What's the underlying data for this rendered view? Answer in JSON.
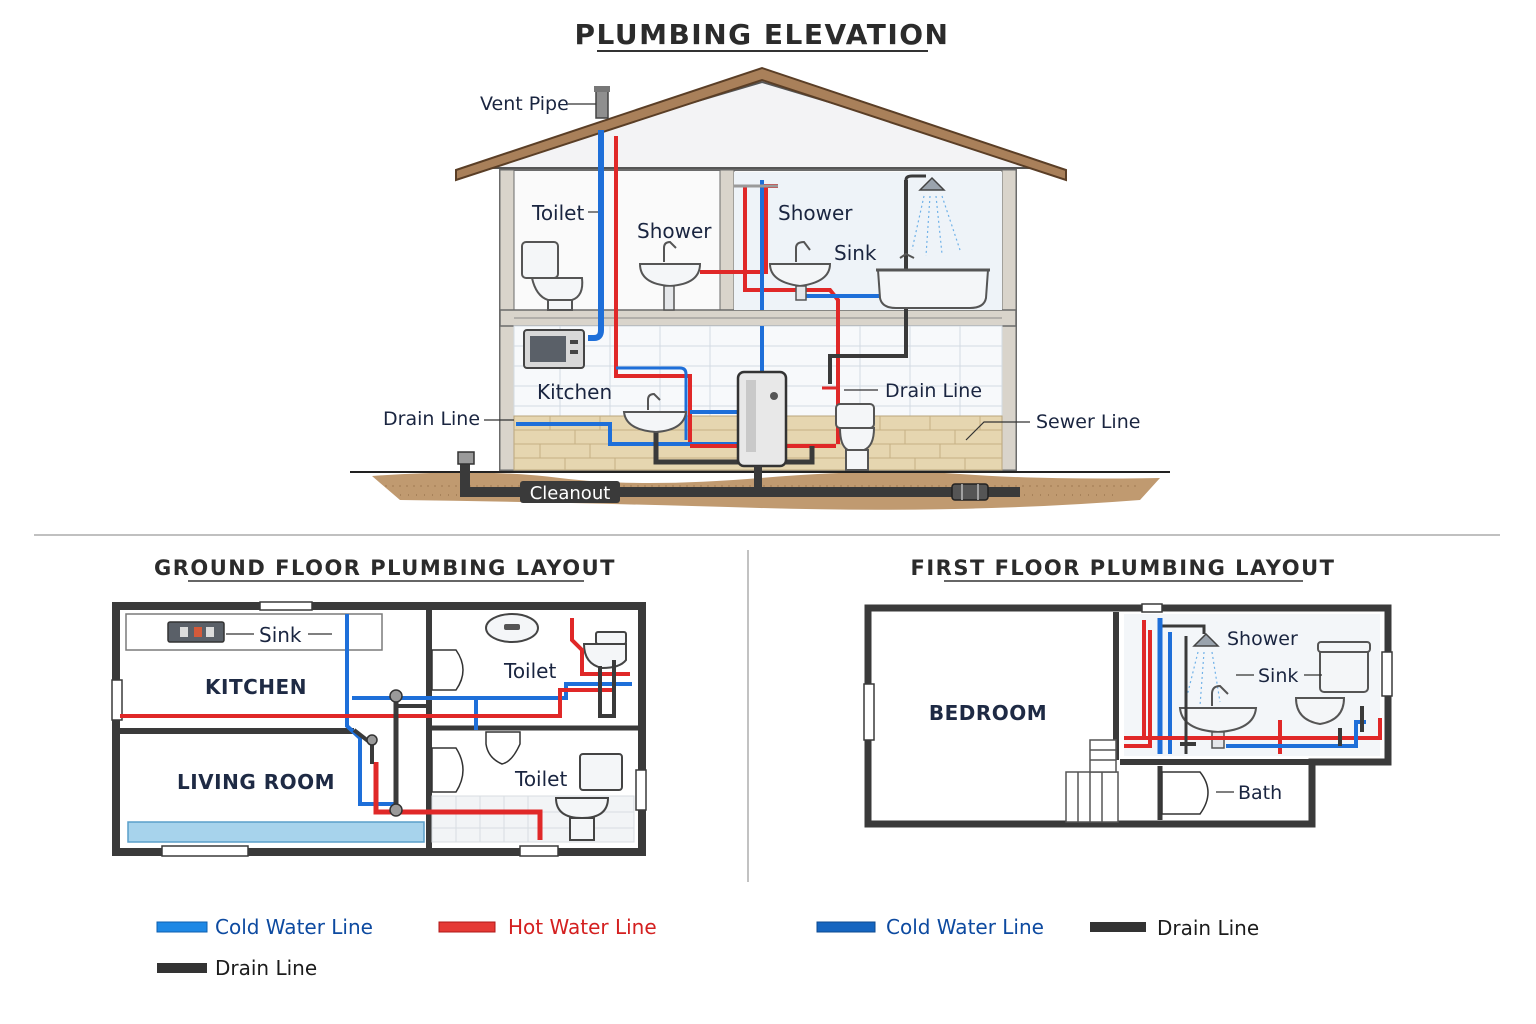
{
  "elevation": {
    "title": "PLUMBING ELEVATION",
    "labels": {
      "vent_pipe": "Vent Pipe",
      "toilet": "Toilet",
      "shower_left": "Shower",
      "shower_right": "Shower",
      "sink": "Sink",
      "kitchen": "Kitchen",
      "drain_line_left": "Drain Line",
      "drain_line_right": "Drain Line",
      "sewer_line": "Sewer Line",
      "cleanout": "Cleanout"
    }
  },
  "ground_floor": {
    "title": "GROUND FLOOR PLUMBING LAYOUT",
    "rooms": {
      "kitchen": "KITCHEN",
      "living_room": "LIVING ROOM"
    },
    "labels": {
      "sink": "Sink",
      "toilet_top": "Toilet",
      "toilet_bottom": "Toilet"
    }
  },
  "first_floor": {
    "title": "FIRST FLOOR PLUMBING LAYOUT",
    "rooms": {
      "bedroom": "BEDROOM"
    },
    "labels": {
      "shower": "Shower",
      "sink": "Sink",
      "bath": "Bath"
    }
  },
  "legend_left": [
    {
      "label": "Cold Water Line",
      "color": "#1e88e5"
    },
    {
      "label": "Hot Water Line",
      "color": "#e53935"
    },
    {
      "label": "Drain Line",
      "color": "#333333"
    }
  ],
  "legend_right": [
    {
      "label": "Cold Water Line",
      "color": "#1565c0"
    },
    {
      "label": "Drain Line",
      "color": "#333333"
    }
  ],
  "colors": {
    "cold": "#1e6fd9",
    "hot": "#e02828",
    "drain": "#3a3a3a",
    "roof": "#a9805a",
    "soil": "#b89068",
    "brick": "#e6d6b0",
    "wall": "#3a3a3a"
  }
}
